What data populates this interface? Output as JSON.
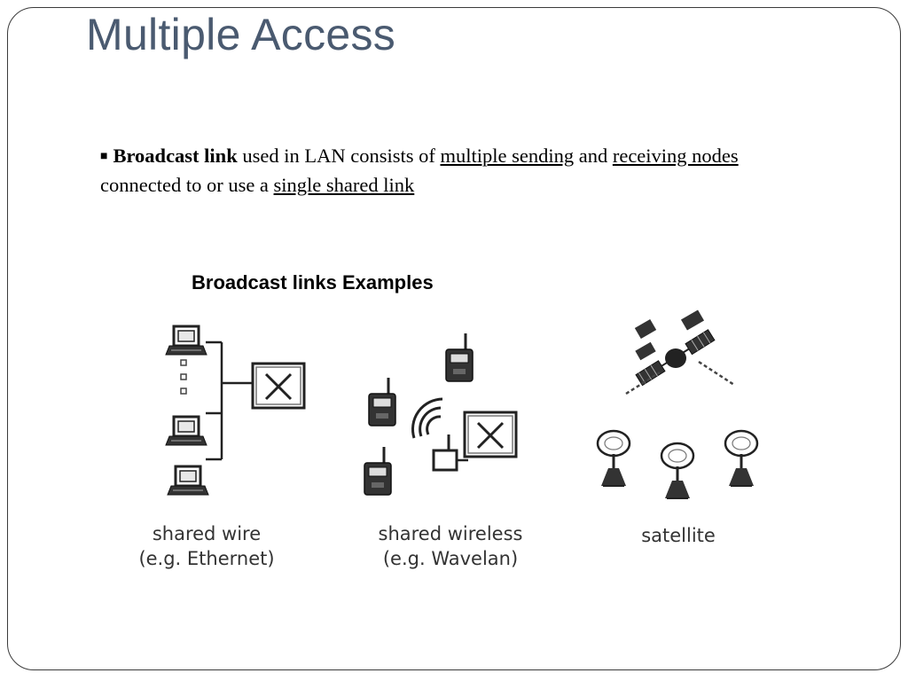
{
  "slide": {
    "title": "Multiple Access",
    "bullet": {
      "bold": "Broadcast link",
      "t1": " used in LAN consists of ",
      "u1": "multiple sending",
      "t2": " and ",
      "u2": "receiving nodes",
      "t3": " connected to or use a ",
      "u3": "single shared link"
    },
    "figure_title": "Broadcast links Examples",
    "captions": {
      "wire_line1": "shared wire",
      "wire_line2": "(e.g. Ethernet)",
      "wireless_line1": "shared wireless",
      "wireless_line2": "(e.g. Wavelan)",
      "satellite": "satellite"
    }
  }
}
